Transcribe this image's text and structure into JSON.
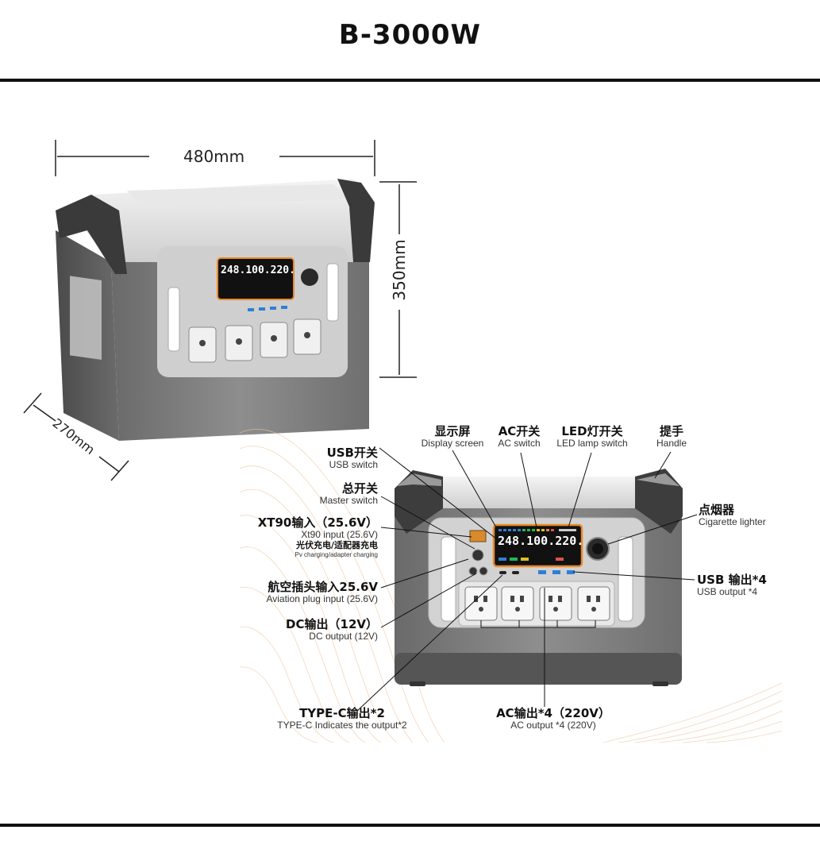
{
  "title": "B-3000W",
  "dimensions": {
    "width": "480mm",
    "height": "350mm",
    "depth": "270mm"
  },
  "display_readout": {
    "left": "248.",
    "middle": "100.",
    "right": "220."
  },
  "labels": {
    "display_screen": {
      "cn": "显示屏",
      "en": "Display screen"
    },
    "ac_switch": {
      "cn": "AC开关",
      "en": "AC switch"
    },
    "led_switch": {
      "cn": "LED灯开关",
      "en": "LED lamp switch"
    },
    "handle": {
      "cn": "提手",
      "en": "Handle"
    },
    "usb_switch": {
      "cn": "USB开关",
      "en": "USB switch"
    },
    "master_switch": {
      "cn": "总开关",
      "en": "Master switch"
    },
    "xt90": {
      "cn": "XT90输入（25.6V）",
      "en": "Xt90 input (25.6V)",
      "cn2": "光伏充电/适配器充电",
      "en2": "Pv charging/adapter charging"
    },
    "aviation": {
      "cn": "航空插头输入25.6V",
      "en": "Aviation plug input (25.6V)"
    },
    "dc_output": {
      "cn": "DC输出（12V）",
      "en": "DC output (12V)"
    },
    "type_c": {
      "cn": "TYPE-C输出*2",
      "en": "TYPE-C Indicates the output*2"
    },
    "ac_output": {
      "cn": "AC输出*4（220V）",
      "en": "AC output *4 (220V)"
    },
    "cigarette": {
      "cn": "点烟器",
      "en": "Cigarette lighter"
    },
    "usb_output": {
      "cn": "USB 输出*4",
      "en": "USB output *4"
    }
  },
  "colors": {
    "body_dark": "#5b5b5b",
    "body_mid": "#8c8c8c",
    "panel": "#c9c9c9",
    "display_orange": "#e98a2a",
    "usb_blue": "#2f7fd6"
  }
}
